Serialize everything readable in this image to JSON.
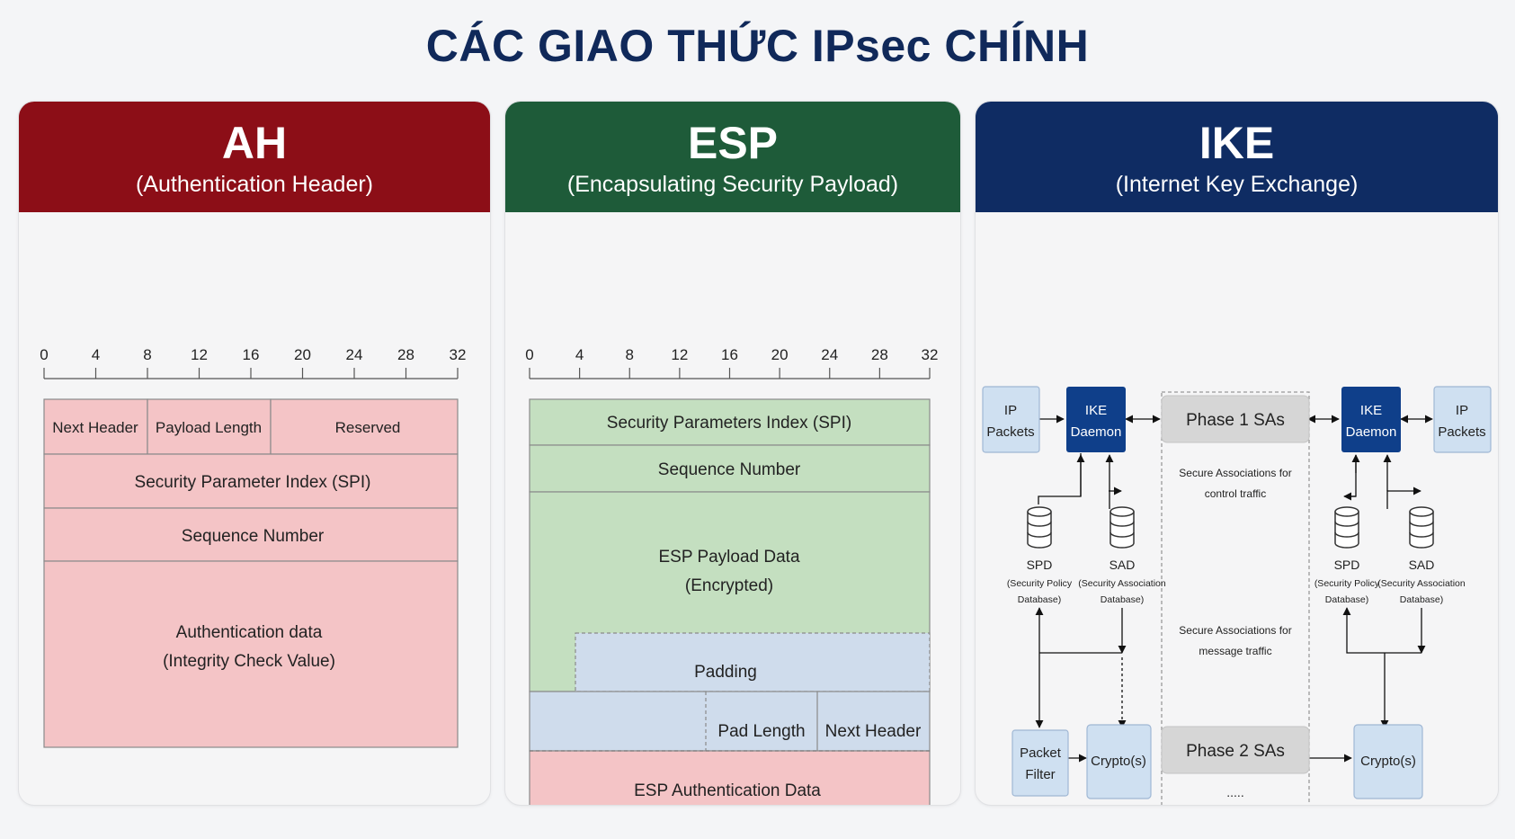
{
  "title": "CÁC GIAO THỨC IPsec CHÍNH",
  "ah": {
    "name": "AH",
    "full": "(Authentication Header)",
    "ticks": [
      "0",
      "4",
      "8",
      "12",
      "16",
      "20",
      "24",
      "28",
      "32"
    ],
    "fields": {
      "next_header": "Next Header",
      "payload_length": "Payload Length",
      "reserved": "Reserved",
      "spi": "Security Parameter Index (SPI)",
      "seq": "Sequence Number",
      "auth_line1": "Authentication data",
      "auth_line2": "(Integrity Check Value)"
    }
  },
  "esp": {
    "name": "ESP",
    "full": "(Encapsulating Security Payload)",
    "ticks": [
      "0",
      "4",
      "8",
      "12",
      "16",
      "20",
      "24",
      "28",
      "32"
    ],
    "fields": {
      "spi": "Security Parameters Index (SPI)",
      "seq": "Sequence Number",
      "payload_line1": "ESP Payload Data",
      "payload_line2": "(Encrypted)",
      "padding": "Padding",
      "pad_length": "Pad Length",
      "next_header": "Next Header",
      "auth": "ESP Authentication Data"
    }
  },
  "ike": {
    "name": "IKE",
    "full": "(Internet Key Exchange)",
    "ip_packets_l1": "IP",
    "ip_packets_l2": "Packets",
    "daemon_l1": "IKE",
    "daemon_l2": "Daemon",
    "phase1": "Phase 1 SAs",
    "phase2": "Phase 2 SAs",
    "control_l1": "Secure Associations for",
    "control_l2": "control traffic",
    "message_l1": "Secure Associations for",
    "message_l2": "message traffic",
    "dots": ".....",
    "spd": "SPD",
    "spd_l1": "(Security Policy",
    "spd_l2": "Database)",
    "sad": "SAD",
    "sad_l1": "(Security Association",
    "sad_l2": "Database)",
    "filter_l1": "Packet",
    "filter_l2": "Filter",
    "crypto": "Crypto(s)"
  },
  "colors": {
    "title": "#10295a",
    "ah_header": "#8c0e17",
    "esp_header": "#1e5b39",
    "ike_header": "#0f2c63",
    "pink_field": "#f4c4c6",
    "green_field": "#c4dfc0",
    "blue_field": "#cfdcec",
    "daemon": "#0f3f8a",
    "light_box": "#cfe0f1",
    "phase_box": "#d6d6d6"
  }
}
